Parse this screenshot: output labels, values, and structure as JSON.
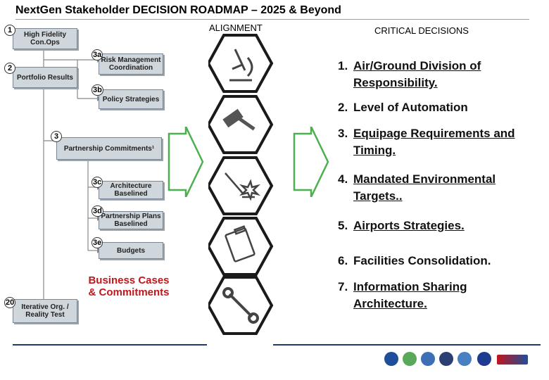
{
  "title": "NextGen Stakeholder DECISION ROADMAP – 2025 & Beyond",
  "headers": {
    "alignment": "ALIGNMENT",
    "critical": "CRITICAL DECISIONS"
  },
  "steps": [
    {
      "id": "1",
      "label": "High Fidelity Con.Ops"
    },
    {
      "id": "2",
      "label": "Portfolio Results"
    },
    {
      "id": "3a",
      "label": "Risk Management Coordination"
    },
    {
      "id": "3b",
      "label": "Policy Strategies"
    },
    {
      "id": "3",
      "label": "Partnership Commitments¹"
    },
    {
      "id": "3c",
      "label": "Architecture Baselined"
    },
    {
      "id": "3d",
      "label": "Partnership Plans Baselined"
    },
    {
      "id": "3e",
      "label": "Budgets"
    },
    {
      "id": "20",
      "label": "Iterative Org. / Reality Test"
    }
  ],
  "business": "Business Cases & Commitments",
  "icons": [
    "microscope-icon",
    "gavel-icon",
    "welding-icon",
    "clipboard-icon",
    "wrench-icon"
  ],
  "decisions": [
    {
      "num": "1.",
      "text": "Air/Ground Division of Responsibility."
    },
    {
      "num": "2.",
      "text": "Level of Automation"
    },
    {
      "num": "3.",
      "text": "Equipage Requirements and Timing."
    },
    {
      "num": "4.",
      "text": "Mandated Environmental Targets.."
    },
    {
      "num": "5.",
      "text": "Airports Strategies."
    },
    {
      "num": "6.",
      "text": "Facilities Consolidation."
    },
    {
      "num": "7.",
      "text": "Information Sharing Architecture."
    }
  ],
  "colors": {
    "box": "#cfd6dc",
    "business": "#c0161c",
    "arrow": "#4caf50",
    "rule": "#1f3a6b"
  }
}
